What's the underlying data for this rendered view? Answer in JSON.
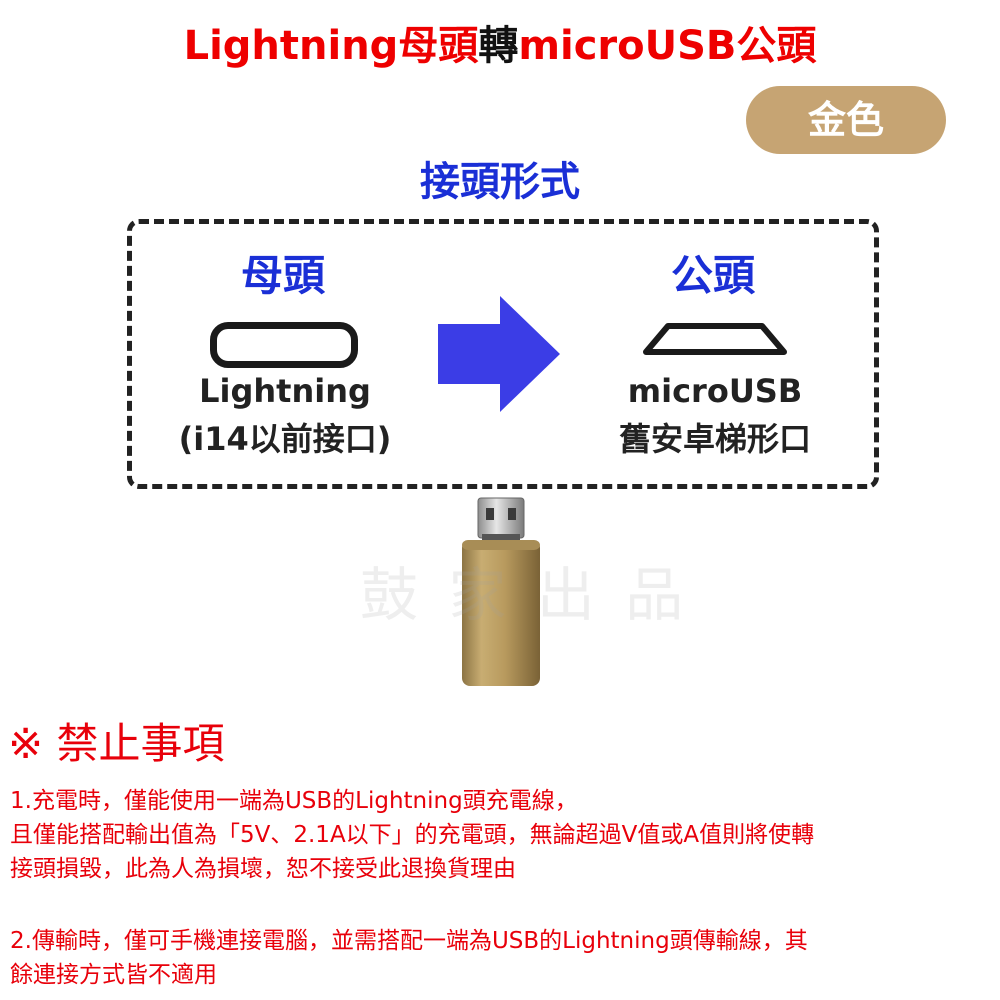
{
  "title": {
    "part1": "Lightning母頭",
    "part2": "轉",
    "part3": "microUSB公頭",
    "color_red": "#ee0000",
    "color_black": "#111111"
  },
  "badge": {
    "label": "金色",
    "color": "#c6a473"
  },
  "section_heading": {
    "text": "接頭形式",
    "color": "#1a2fd6"
  },
  "female": {
    "heading": "母頭",
    "connector_name": "Lightning",
    "note": "(i14以前接口)",
    "icon": "lightning-port-icon"
  },
  "male": {
    "heading": "公頭",
    "connector_name": "microUSB",
    "note": "舊安卓梯形口",
    "icon": "micro-usb-port-icon"
  },
  "arrow_color": "#3b3de6",
  "product": {
    "icon": "gold-adapter-image",
    "watermark": "鼓 家 出 品"
  },
  "warning": {
    "title": "※ 禁止事項",
    "color": "#e8000a",
    "lines": [
      "1.充電時，僅能使用一端為USB的Lightning頭充電線，",
      "且僅能搭配輸出值為「5V、2.1A以下」的充電頭，無論超過V值或A值則將使轉",
      "接頭損毀，此為人為損壞，恕不接受此退換貨理由",
      "2.傳輸時，僅可手機連接電腦，並需搭配一端為USB的Lightning頭傳輸線，其",
      "餘連接方式皆不適用"
    ]
  }
}
